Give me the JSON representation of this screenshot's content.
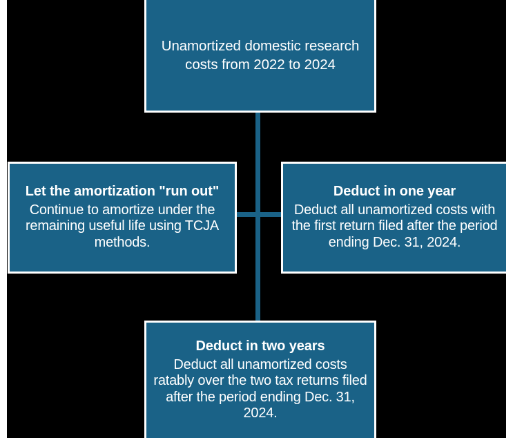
{
  "diagram": {
    "type": "flowchart",
    "orientation": "top-down-with-branches",
    "background_color": "#000000",
    "node_fill_color": "#1a6287",
    "node_border_color": "#ffffff",
    "text_color": "#ffffff",
    "connector_color": "#1a6287",
    "nodes": [
      {
        "id": "source",
        "role": "root",
        "title": "",
        "body": "Unamortized domestic research costs from 2022 to 2024",
        "bold_title": false
      },
      {
        "id": "run-out",
        "role": "option",
        "title": "Let the amortization \"run out\"",
        "body": "Continue to amortize under the remaining useful life using TCJA methods.",
        "bold_title": true
      },
      {
        "id": "one-year",
        "role": "option",
        "title": "Deduct in one year",
        "body": "Deduct all unamortized costs with the first return filed after the period ending Dec. 31, 2024.",
        "bold_title": true
      },
      {
        "id": "two-years",
        "role": "option",
        "title": "Deduct in two years",
        "body": "Deduct all unamortized costs ratably over the two tax returns filed after the period ending Dec. 31, 2024.",
        "bold_title": true
      }
    ],
    "connectors": [
      {
        "id": "source-to-junction",
        "from": "source",
        "to": "junction",
        "style": "vertical"
      },
      {
        "id": "junction-horizontal",
        "from": "run-out",
        "to": "one-year",
        "style": "horizontal"
      },
      {
        "id": "junction-to-two-years",
        "from": "junction",
        "to": "two-years",
        "style": "vertical"
      }
    ]
  }
}
